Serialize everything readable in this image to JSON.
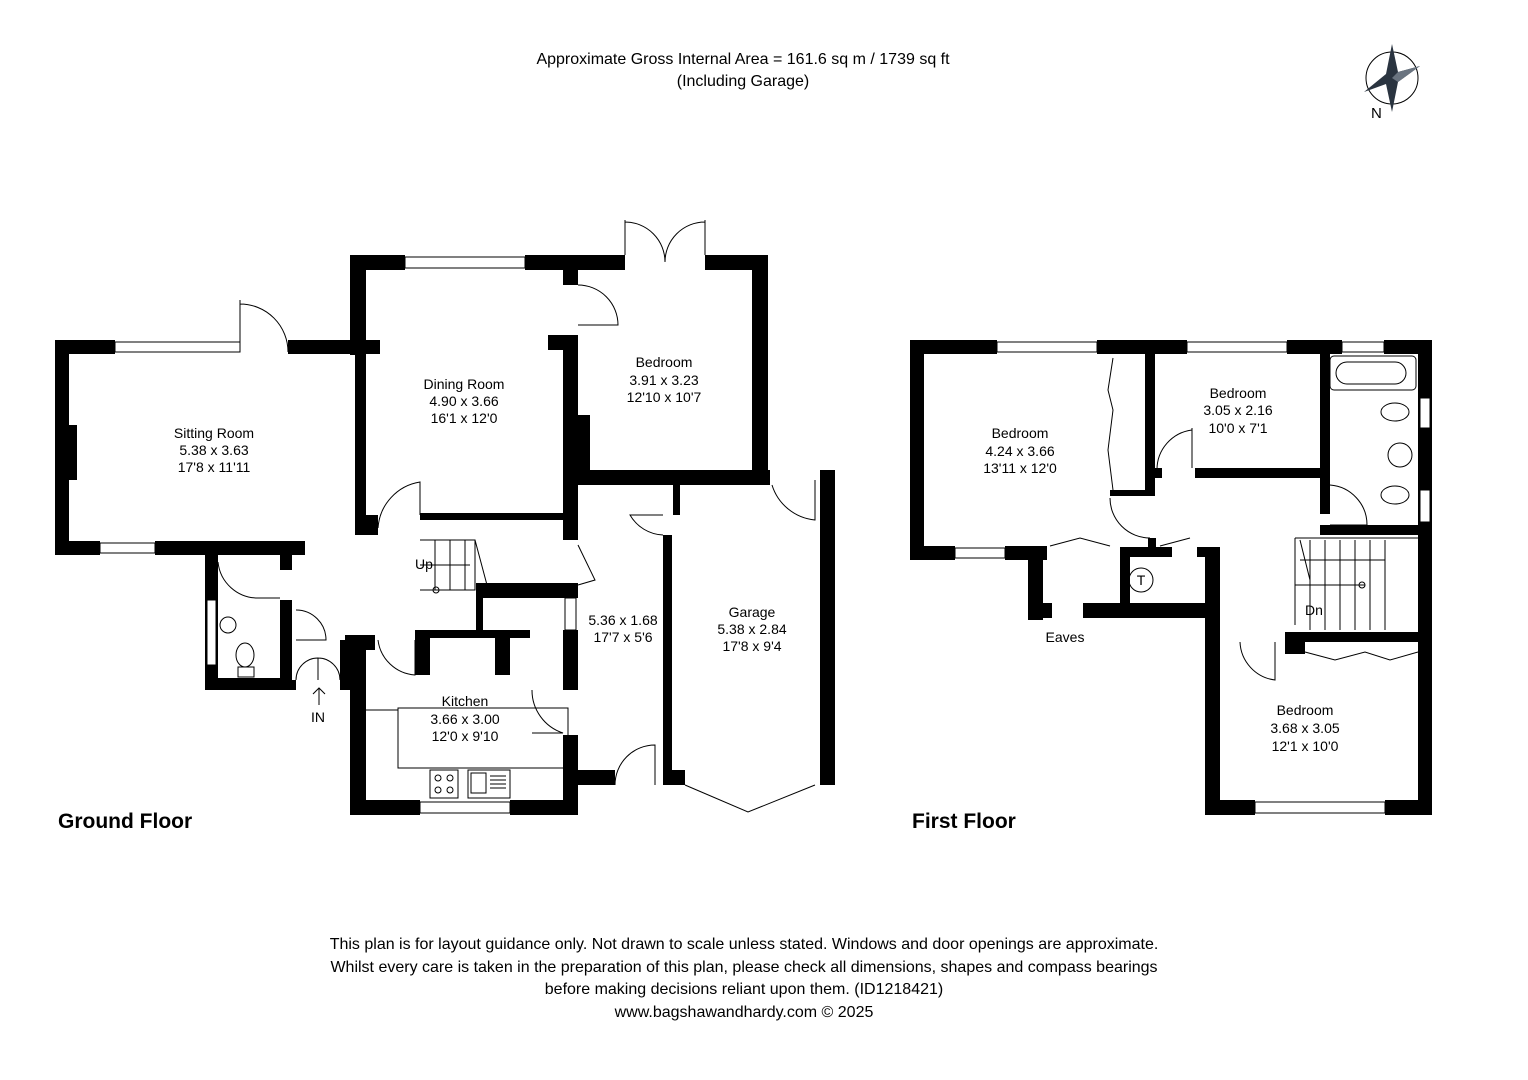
{
  "header": {
    "area_line": "Approximate Gross Internal Area = 161.6 sq m / 1739 sq ft",
    "including": "(Including Garage)"
  },
  "compass": {
    "label": "N"
  },
  "ground_floor": {
    "title": "Ground Floor",
    "rooms": [
      {
        "name": "Sitting Room",
        "metric": "5.38 x 3.63",
        "imperial": "17'8 x 11'11"
      },
      {
        "name": "Dining Room",
        "metric": "4.90 x 3.66",
        "imperial": "16'1 x 12'0"
      },
      {
        "name": "Bedroom",
        "metric": "3.91 x 3.23",
        "imperial": "12'10 x 10'7"
      },
      {
        "name": "",
        "metric": "5.36 x 1.68",
        "imperial": "17'7 x 5'6"
      },
      {
        "name": "Garage",
        "metric": "5.38 x 2.84",
        "imperial": "17'8 x 9'4"
      },
      {
        "name": "Kitchen",
        "metric": "3.66 x 3.00",
        "imperial": "12'0 x 9'10"
      }
    ],
    "stairs_label": "Up",
    "entrance_label": "IN"
  },
  "first_floor": {
    "title": "First Floor",
    "rooms": [
      {
        "name": "Bedroom",
        "metric": "4.24 x 3.66",
        "imperial": "13'11 x 12'0"
      },
      {
        "name": "Bedroom",
        "metric": "3.05 x 2.16",
        "imperial": "10'0 x 7'1"
      },
      {
        "name": "Bedroom",
        "metric": "3.68 x 3.05",
        "imperial": "12'1 x 10'0"
      }
    ],
    "eaves_label": "Eaves",
    "stairs_label": "Dn",
    "tank_label": "T"
  },
  "footer": {
    "line1": "This plan is for layout guidance only. Not drawn to scale unless stated. Windows and door openings are approximate.",
    "line2": "Whilst every care is taken in the preparation of this plan, please check all dimensions, shapes and compass bearings",
    "line3": "before making decisions reliant upon them. (ID1218421)",
    "line4": "www.bagshawandhardy.com © 2025"
  }
}
